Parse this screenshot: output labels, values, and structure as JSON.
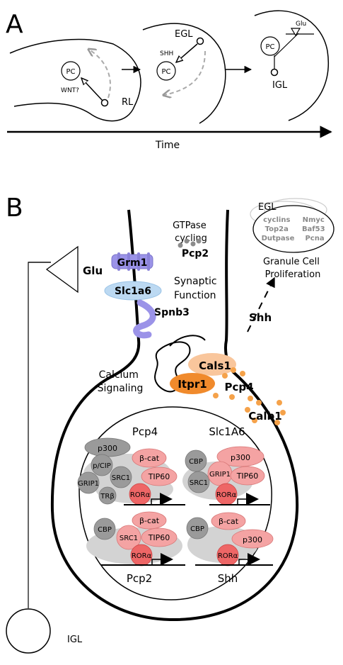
{
  "panel_a": {
    "label": "A",
    "stage1": {
      "pc": "PC",
      "signal": "WNT?",
      "region": "RL"
    },
    "stage2": {
      "pc": "PC",
      "signal": "SHH",
      "region": "EGL"
    },
    "stage3": {
      "pc": "PC",
      "signal": "Glu",
      "region": "IGL"
    },
    "time_label": "Time"
  },
  "panel_b": {
    "label": "B",
    "glu": "Glu",
    "igl": "IGL",
    "gtpase": [
      "GTPase",
      "cycling"
    ],
    "pcp2": "Pcp2",
    "grm1": "Grm1",
    "slc1a6": "Slc1a6",
    "spnb3": "Spnb3",
    "synaptic": [
      "Synaptic",
      "Function"
    ],
    "shh": "Shh",
    "egl": "EGL",
    "egl_genes_left": [
      "cyclins",
      "Top2a",
      "Dutpase"
    ],
    "egl_genes_right": [
      "Nmyc",
      "Baf53",
      "Pcna"
    ],
    "granule": [
      "Granule Cell",
      "Proliferation"
    ],
    "cals1": "Cals1",
    "itpr1": "Itpr1",
    "calcium": [
      "Calcium",
      "Signaling"
    ],
    "pcp4": "Pcp4",
    "calb1": "Calb1",
    "complexes": {
      "pcp4": {
        "title": "Pcp4",
        "p300": "p300",
        "pcip": "p/CIP",
        "grip1": "GRIP1",
        "trb": "TRβ",
        "src1": "SRC1",
        "bcat": "β-cat",
        "tip60": "TIP60",
        "ror": "RORα"
      },
      "slc1a6": {
        "title": "Slc1A6",
        "cbp": "CBP",
        "src1": "SRC1",
        "grip1": "GRIP1",
        "p300": "p300",
        "tip60": "TIP60",
        "ror": "RORα"
      },
      "pcp2": {
        "title": "Pcp2",
        "cbp": "CBP",
        "src1": "SRC1",
        "bcat": "β-cat",
        "tip60": "TIP60",
        "ror": "RORα"
      },
      "shh": {
        "title": "Shh",
        "cbp": "CBP",
        "bcat": "β-cat",
        "p300": "p300",
        "ror": "RORα"
      }
    }
  }
}
